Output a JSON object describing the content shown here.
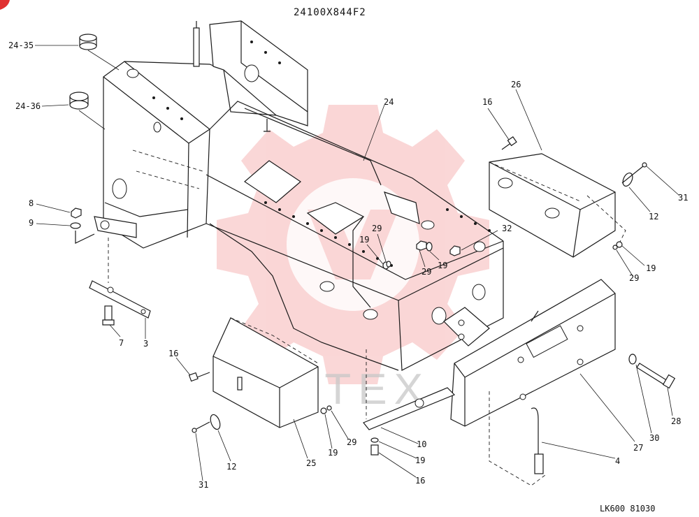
{
  "drawing": {
    "title": "24100X844F2",
    "footer_code": "LK600 81030",
    "watermark_text": "ИНТЕХ",
    "watermark_color": "#f2a0a0",
    "line_color": "#1a1a1a"
  },
  "callouts": [
    {
      "id": "c2435",
      "label": "24-35"
    },
    {
      "id": "c2436",
      "label": "24-36"
    },
    {
      "id": "c8",
      "label": "8"
    },
    {
      "id": "c9",
      "label": "9"
    },
    {
      "id": "c7",
      "label": "7"
    },
    {
      "id": "c3",
      "label": "3"
    },
    {
      "id": "c24",
      "label": "24"
    },
    {
      "id": "c16a",
      "label": "16"
    },
    {
      "id": "c26",
      "label": "26"
    },
    {
      "id": "c31a",
      "label": "31"
    },
    {
      "id": "c12a",
      "label": "12"
    },
    {
      "id": "c19a",
      "label": "19"
    },
    {
      "id": "c29a",
      "label": "29"
    },
    {
      "id": "c29b",
      "label": "29"
    },
    {
      "id": "c19b",
      "label": "19"
    },
    {
      "id": "c32",
      "label": "32"
    },
    {
      "id": "c29c",
      "label": "29"
    },
    {
      "id": "c19c",
      "label": "19"
    },
    {
      "id": "c16b",
      "label": "16"
    },
    {
      "id": "c12b",
      "label": "12"
    },
    {
      "id": "c31b",
      "label": "31"
    },
    {
      "id": "c25",
      "label": "25"
    },
    {
      "id": "c19d",
      "label": "19"
    },
    {
      "id": "c29d",
      "label": "29"
    },
    {
      "id": "c10",
      "label": "10"
    },
    {
      "id": "c19e",
      "label": "19"
    },
    {
      "id": "c16c",
      "label": "16"
    },
    {
      "id": "c4",
      "label": "4"
    },
    {
      "id": "c27",
      "label": "27"
    },
    {
      "id": "c30",
      "label": "30"
    },
    {
      "id": "c28",
      "label": "28"
    }
  ]
}
